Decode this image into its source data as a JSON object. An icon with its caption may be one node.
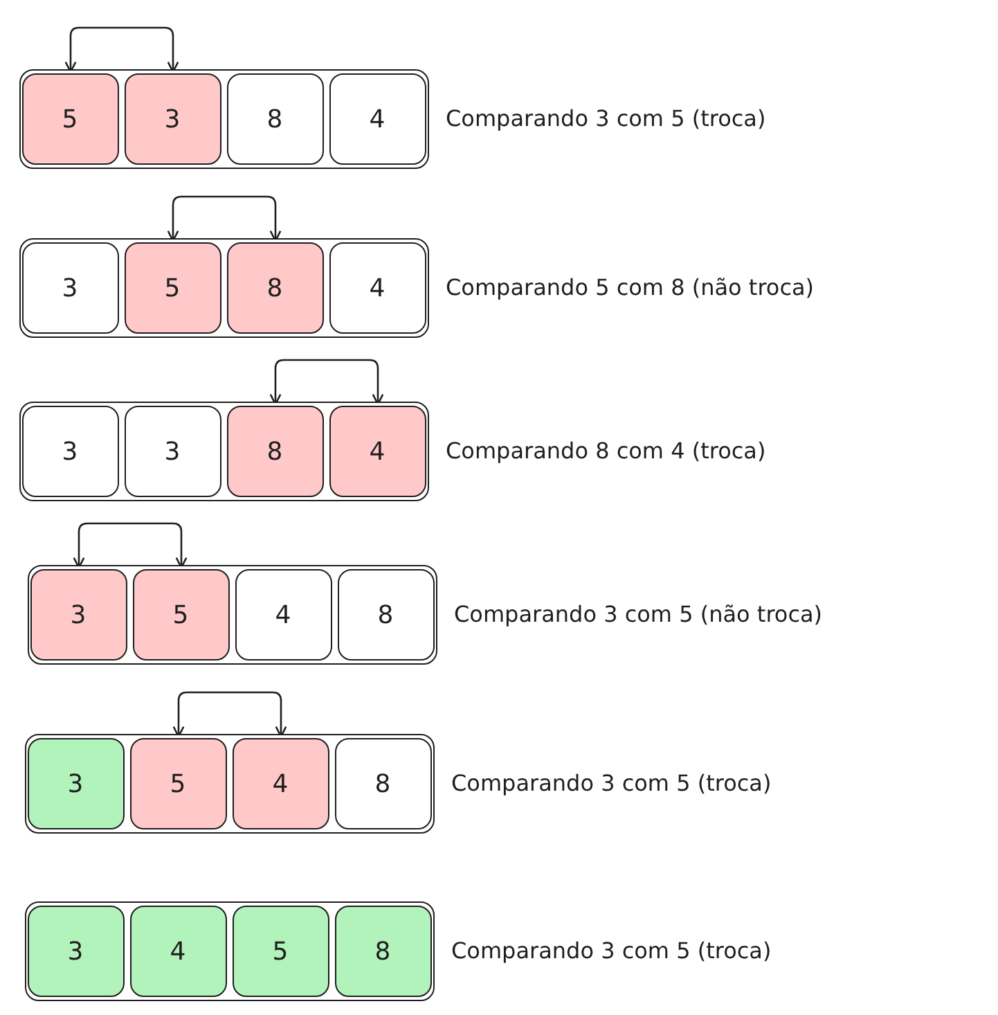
{
  "diagram": {
    "nodes": [
      {
        "text": [],
        "shape": "box",
        "beside": [
          "Comparando 3 com 5 (troca)"
        ]
      },
      {
        "text": [
          "5"
        ],
        "in": 0
      },
      {
        "text": [
          "3"
        ],
        "in": 0
      },
      {
        "text": [
          "8"
        ],
        "in": 0
      },
      {
        "text": [
          "4"
        ],
        "in": 0
      },
      {
        "text": [],
        "shape": "box",
        "beside": [
          "Comparando 5 com 8 (não troca)"
        ]
      },
      {
        "text": [
          "3"
        ],
        "in": 5
      },
      {
        "text": [
          "5"
        ],
        "in": 5
      },
      {
        "text": [
          "8"
        ],
        "in": 5
      },
      {
        "text": [
          "4"
        ],
        "in": 5
      },
      {
        "text": [],
        "shape": "box",
        "beside": [
          "Comparando 8 com 4 (troca)"
        ]
      },
      {
        "text": [
          "3"
        ],
        "in": 10
      },
      {
        "text": [
          "3"
        ],
        "in": 10
      },
      {
        "text": [
          "8"
        ],
        "in": 10
      },
      {
        "text": [
          "4"
        ],
        "in": 10
      },
      {
        "text": [],
        "shape": "box",
        "beside": [
          "Comparando 3 com 5 (não troca)"
        ]
      },
      {
        "text": [
          "3"
        ],
        "in": 15
      },
      {
        "text": [
          "5"
        ],
        "in": 15
      },
      {
        "text": [
          "4"
        ],
        "in": 15
      },
      {
        "text": [
          "8"
        ],
        "in": 15
      },
      {
        "text": [],
        "shape": "box",
        "beside": [
          "Comparando 3 com 5 (troca)"
        ]
      },
      {
        "text": [
          "3"
        ],
        "in": 20
      },
      {
        "text": [
          "5"
        ],
        "in": 20
      },
      {
        "text": [
          "4"
        ],
        "in": 20
      },
      {
        "text": [
          "8"
        ],
        "in": 20
      },
      {
        "text": [],
        "shape": "box",
        "beside": [
          "Comparando 3 com 5 (troca)"
        ]
      },
      {
        "text": [
          "3"
        ],
        "in": 25
      },
      {
        "text": [
          "4"
        ],
        "in": 25
      },
      {
        "text": [
          "5"
        ],
        "in": 25
      },
      {
        "text": [
          "8"
        ],
        "in": 25
      }
    ],
    "edges": [
      {
        "from": 1,
        "to": 2,
        "arrow": "both"
      },
      {
        "from": 7,
        "to": 8,
        "arrow": "both"
      },
      {
        "from": 13,
        "to": 14,
        "arrow": "both"
      },
      {
        "from": 16,
        "to": 17,
        "arrow": "both"
      },
      {
        "from": 22,
        "to": 23,
        "arrow": "both"
      }
    ]
  }
}
